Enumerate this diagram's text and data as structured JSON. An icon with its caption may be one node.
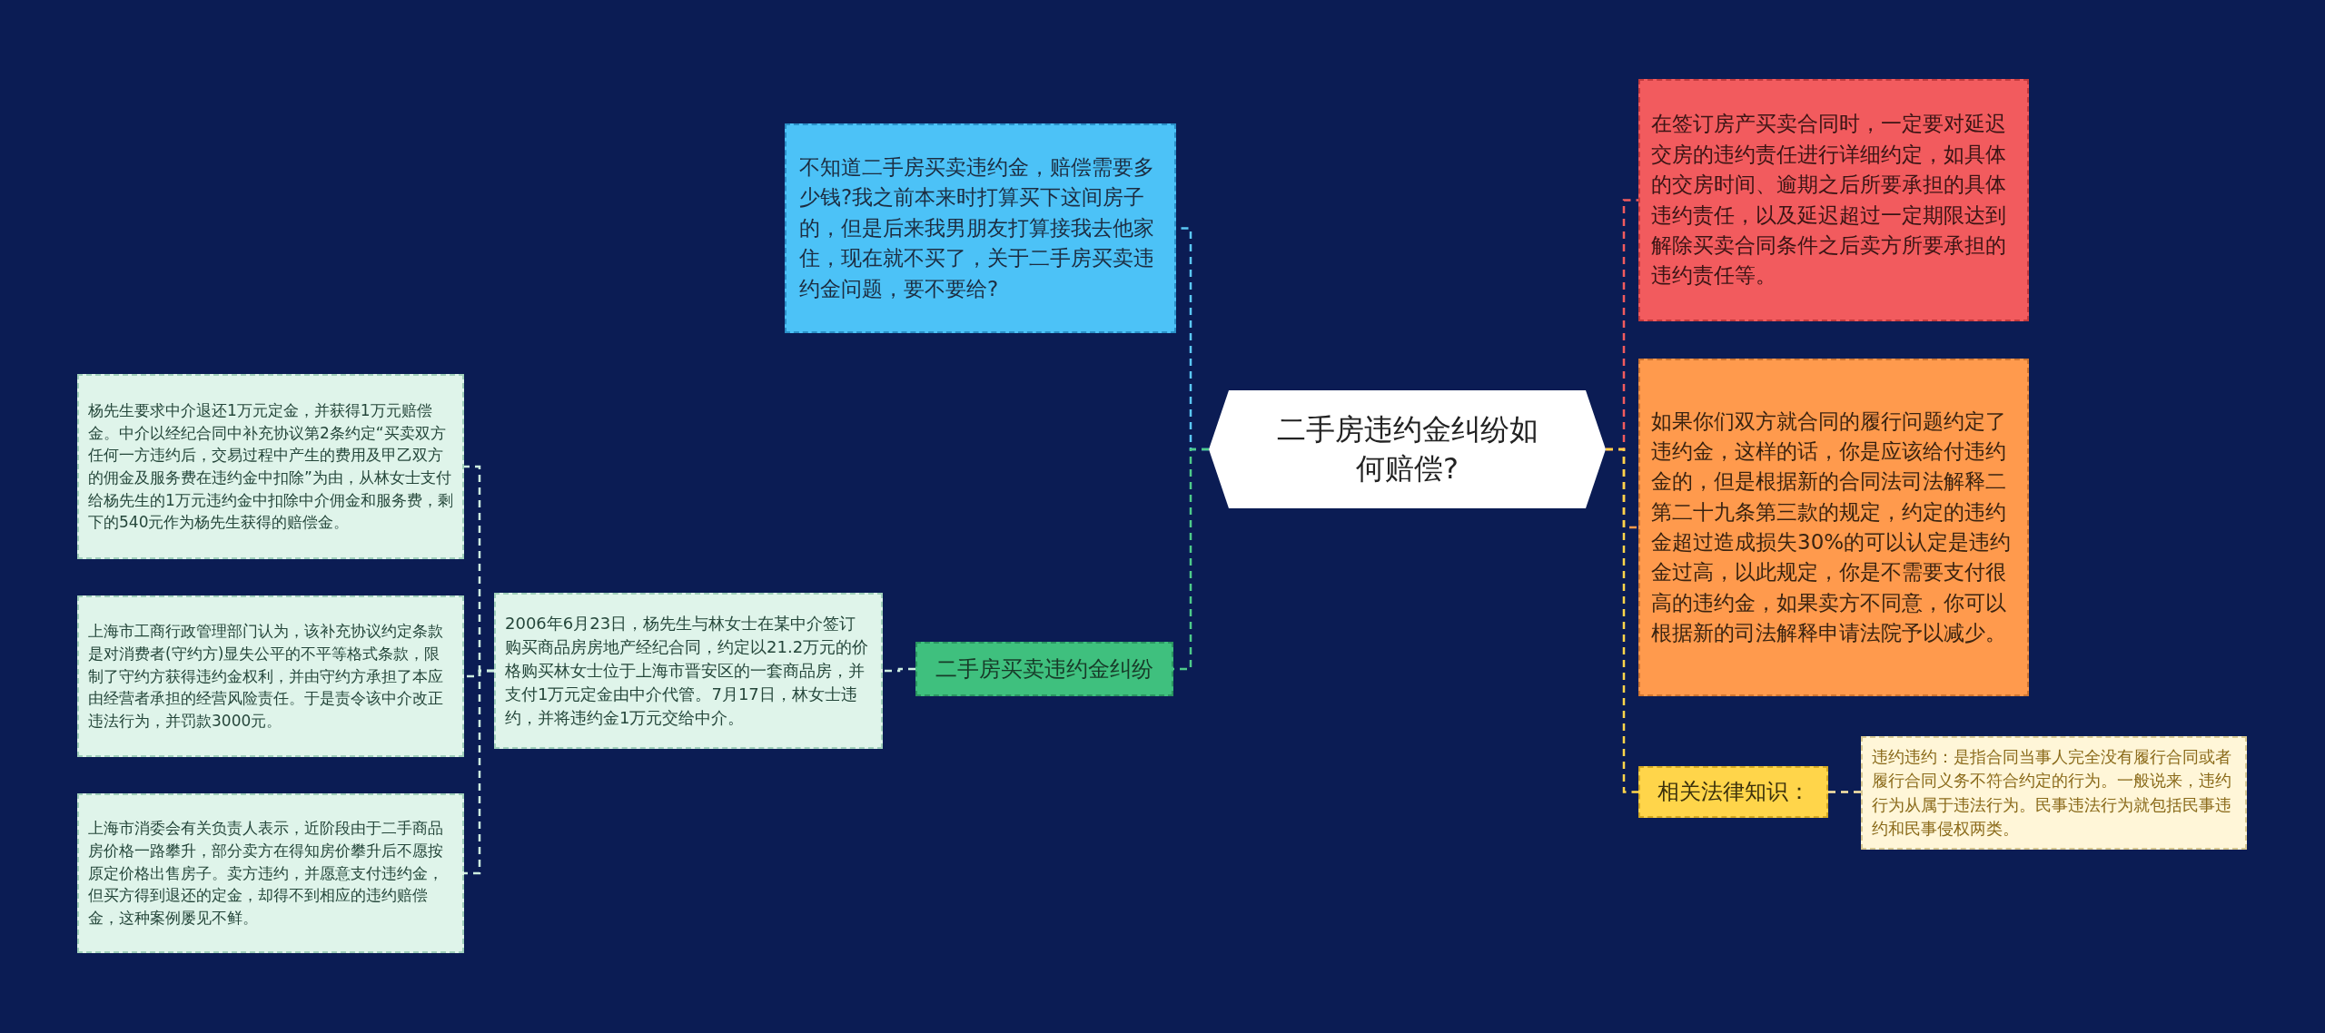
{
  "diagram": {
    "nodes": [
      {
        "text": [
          "二手房违约金纠纷如何赔偿?"
        ]
      },
      {
        "text": [
          "不知道二手房买卖违约金，赔偿需要多少钱?我之前本来时打算买下这间房子的，但是后来我男朋友打算接我去他家住，现在就不买了，关于二手房买卖违约金问题，要不要给?"
        ]
      },
      {
        "text": [
          "二手房买卖违约金纠纷"
        ]
      },
      {
        "text": [
          "2006年6月23日，杨先生与林女士在某中介签订购买商品房房地产经纪合同，约定以21.2万元的价格购买林女士位于上海市晋安区的一套商品房，并支付1万元定金由中介代管。7月17日，林女士违约，并将违约金1万元交给中介。"
        ]
      },
      {
        "text": [
          "杨先生要求中介退还1万元定金，并获得1万元赔偿金。中介以经纪合同中补充协议第2条约定“买卖双方任何一方违约后，交易过程中产生的费用及甲乙双方的佣金及服务费在违约金中扣除”为由，从林女士支付给杨先生的1万元违约金中扣除中介佣金和服务费，剩下的540元作为杨先生获得的赔偿金。"
        ]
      },
      {
        "text": [
          "上海市工商行政管理部门认为，该补充协议约定条款是对消费者(守约方)显失公平的不平等格式条款，限制了守约方获得违约金权利，并由守约方承担了本应由经营者承担的经营风险责任。于是责令该中介改正违法行为，并罚款3000元。"
        ]
      },
      {
        "text": [
          "上海市消委会有关负责人表示，近阶段由于二手商品房价格一路攀升，部分卖方在得知房价攀升后不愿按原定价格出售房子。卖方违约，并愿意支付违约金，但买方得到退还的定金，却得不到相应的违约赔偿金，这种案例屡见不鲜。"
        ]
      },
      {
        "text": [
          "在签订房产买卖合同时，一定要对延迟交房的违约责任进行详细约定，如具体的交房时间、逾期之后所要承担的具体违约责任，以及延迟超过一定期限达到解除买卖合同条件之后卖方所要承担的违约责任等。"
        ]
      },
      {
        "text": [
          "如果你们双方就合同的履行问题约定了违约金，这样的话，你是应该给付违约金的，但是根据新的合同法司法解释二第二十九条第三款的规定，约定的违约金超过造成损失30%的可以认定是违约金过高，以此规定，你是不需要支付很高的违约金，如果卖方不同意，你可以根据新的司法解释申请法院予以减少。"
        ]
      },
      {
        "text": [
          "相关法律知识："
        ]
      },
      {
        "text": [
          "违约违约：是指合同当事人完全没有履行合同或者履行合同义务不符合约定的行为。一般说来，违约行为从属于违法行为。民事违法行为就包括民事违约和民事侵权两类。"
        ]
      }
    ],
    "edges": [
      {
        "from": 0,
        "to": 1,
        "arrow": "none",
        "style": "dashed",
        "color": "#5bc8f5"
      },
      {
        "from": 0,
        "to": 2,
        "arrow": "none",
        "style": "dashed",
        "color": "#4ecb8a"
      },
      {
        "from": 2,
        "to": 3,
        "arrow": "none",
        "style": "dashed",
        "color": "#cdeee0"
      },
      {
        "from": 3,
        "to": 4,
        "arrow": "none",
        "style": "dashed",
        "color": "#cdeee0"
      },
      {
        "from": 3,
        "to": 5,
        "arrow": "none",
        "style": "dashed",
        "color": "#cdeee0"
      },
      {
        "from": 3,
        "to": 6,
        "arrow": "none",
        "style": "dashed",
        "color": "#cdeee0"
      },
      {
        "from": 0,
        "to": 7,
        "arrow": "none",
        "style": "dashed",
        "color": "#f25b5e"
      },
      {
        "from": 0,
        "to": 8,
        "arrow": "none",
        "style": "dashed",
        "color": "#ff9a4d"
      },
      {
        "from": 0,
        "to": 9,
        "arrow": "none",
        "style": "dashed",
        "color": "#ffd54a"
      },
      {
        "from": 9,
        "to": 10,
        "arrow": "none",
        "style": "dashed",
        "color": "#ffe9a8"
      }
    ]
  }
}
